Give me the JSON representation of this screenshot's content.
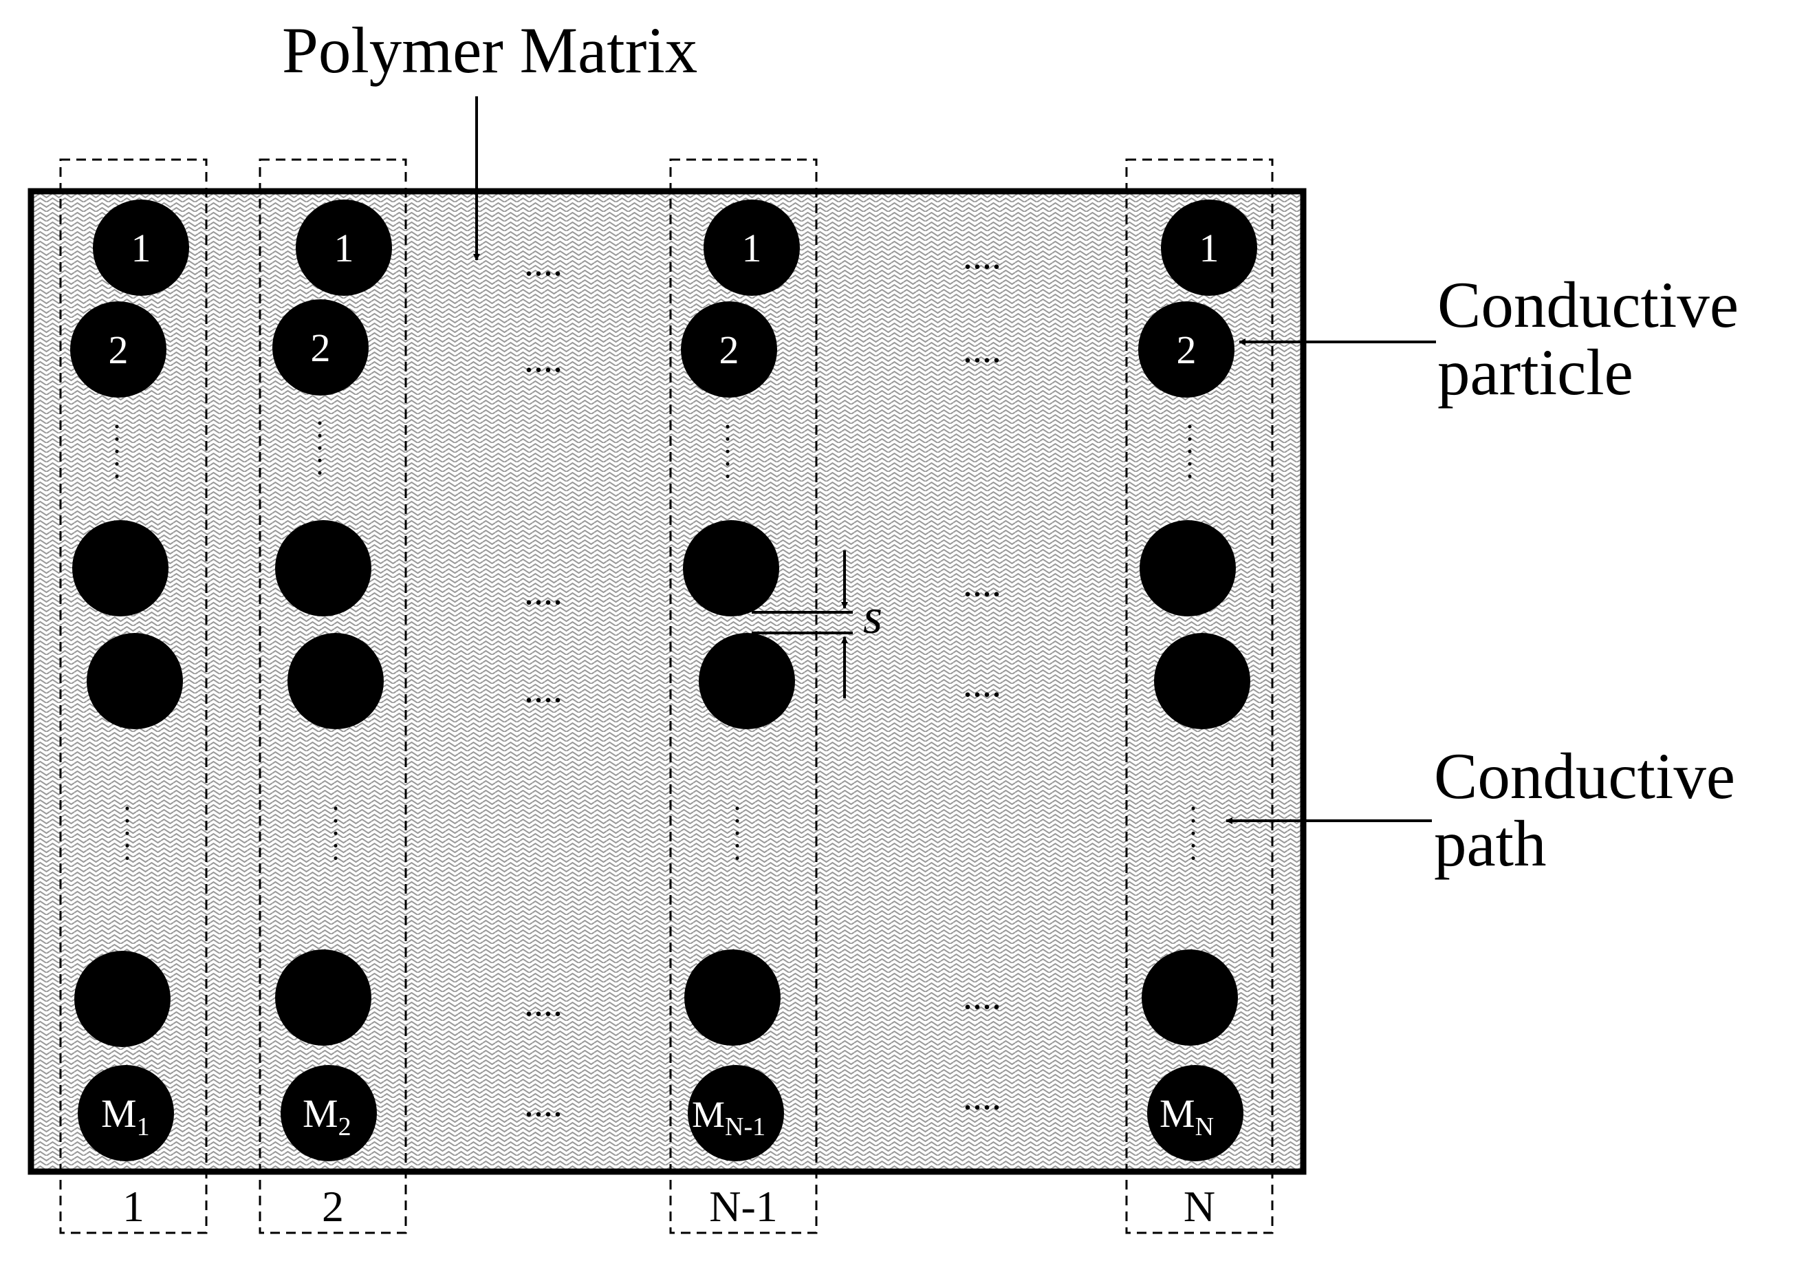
{
  "labels": {
    "polymer_matrix": "Polymer Matrix",
    "conductive_particle_line1": "Conductive",
    "conductive_particle_line2": "particle",
    "conductive_path_line1": "Conductive",
    "conductive_path_line2": "path",
    "spacing": "s"
  },
  "columns": [
    {
      "label": "1",
      "top": [
        "1",
        "2"
      ],
      "bottom_main": "M",
      "bottom_sub": "1"
    },
    {
      "label": "2",
      "top": [
        "1",
        "2"
      ],
      "bottom_main": "M",
      "bottom_sub": "2"
    },
    {
      "label": "N-1",
      "top": [
        "1",
        "2"
      ],
      "bottom_main": "M",
      "bottom_sub": "N-1"
    },
    {
      "label": "N",
      "top": [
        "1",
        "2"
      ],
      "bottom_main": "M",
      "bottom_sub": "N"
    }
  ],
  "ellipsis": "....",
  "colors": {
    "particle": "#000000",
    "matrix_pattern": "#9a9a9a",
    "background": "#ffffff"
  }
}
